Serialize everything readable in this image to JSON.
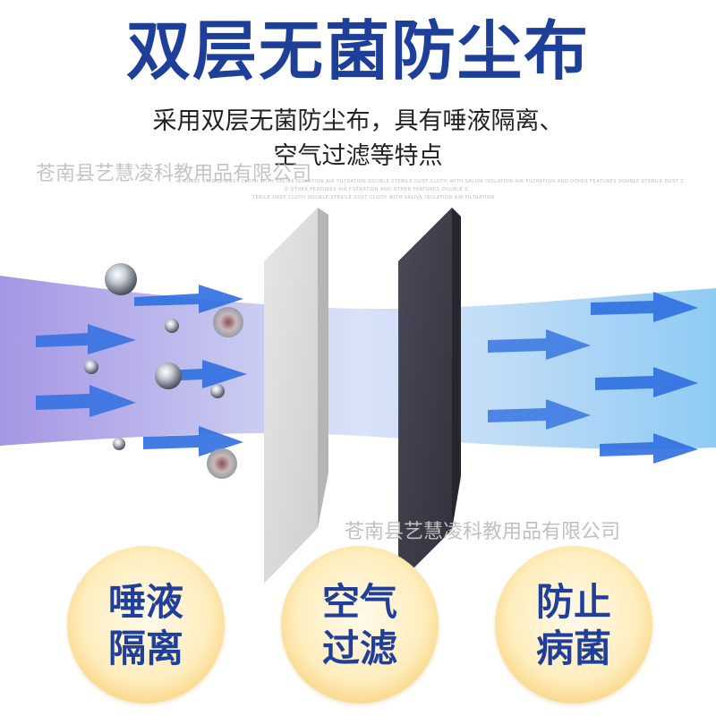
{
  "header": {
    "title": "双层无菌防尘布",
    "subtitle_line1": "采用双层无菌防尘布，具有唾液隔离、",
    "subtitle_line2": "空气过滤等特点"
  },
  "watermarks": {
    "top": "苍南县艺慧凌科教用品有限公司",
    "bottom": "苍南县艺慧凌科教用品有限公司"
  },
  "fine_print": {
    "line1": "DOUBLE STERILE DUST CLOTH WITH SALIVA ISOLATION AIR FILTRATION DOUBLE STERILE DUST CLOTH WITH SALIVA ISOLATION AIR FILTRATION AND OTHER FEATURES DOUBLE STERILE DUST C",
    "line2": "D OTHER FEATURES AIR FILTRATION AND OTHER FEATURES DOUBLE S",
    "line3": "TERILE DUST CLOTH DOUBLE STERILE DUST CLOTH WITH SALIVA ISOLATION AIR FILTRATION"
  },
  "colors": {
    "title": "#1d3f9a",
    "arrow": "#2f6fe0",
    "flow_left": "#9b8ee0",
    "flow_right": "#8ec8f2",
    "filter_light": "#dcdcdc",
    "filter_dark": "#3d3d4a",
    "badge_text": "#1f3f9a"
  },
  "features": [
    {
      "line1": "唾液",
      "line2": "隔离"
    },
    {
      "line1": "空气",
      "line2": "过滤"
    },
    {
      "line1": "防止",
      "line2": "病菌"
    }
  ]
}
